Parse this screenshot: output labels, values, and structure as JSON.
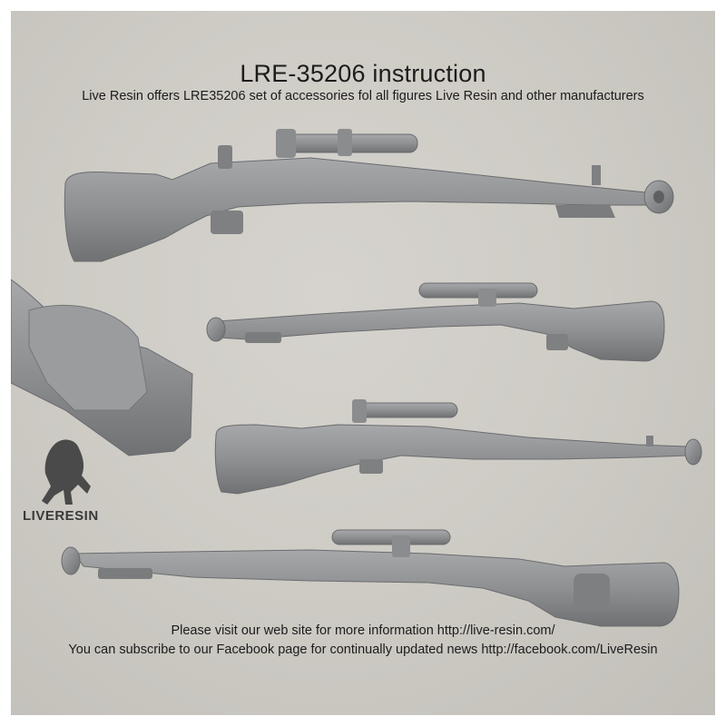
{
  "header": {
    "title": "LRE-35206 instruction",
    "subtitle": "Live Resin offers LRE35206 set of accessories fol all figures Live Resin and other manufacturers"
  },
  "footer": {
    "line1_text": "Please visit our web site  for more information ",
    "line1_link": "http://live-resin.com/",
    "line2_text": "You can subscribe to our Facebook page for continually updated news ",
    "line2_link": "http://facebook.com/LiveResin"
  },
  "logo": {
    "text": "LIVERESIN"
  },
  "colors": {
    "background": "#cfccc6",
    "model_grey": "#8d8f91",
    "text": "#1c1c1c"
  }
}
